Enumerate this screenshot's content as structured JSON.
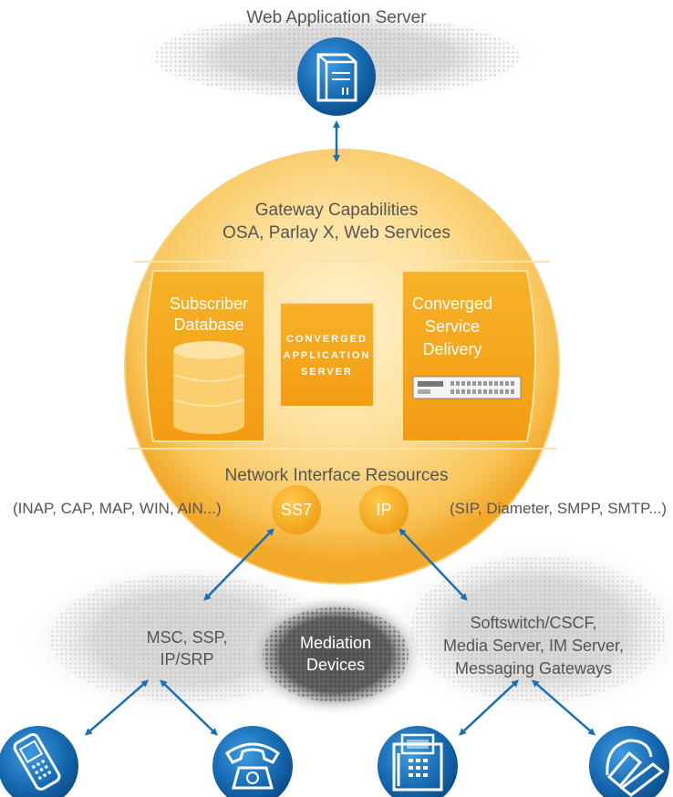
{
  "web_server": {
    "label": "Web Application Server"
  },
  "gateway": {
    "line1": "Gateway Capabilities",
    "line2": "OSA, Parlay X, Web Services"
  },
  "subscriber_db": {
    "line1": "Subscriber",
    "line2": "Database"
  },
  "cas": {
    "line1": "CONVERGED",
    "line2": "APPLICATION",
    "line3": "SERVER"
  },
  "converged_delivery": {
    "line1": "Converged",
    "line2": "Service",
    "line3": "Delivery"
  },
  "network_interface": {
    "label": "Network Interface Resources"
  },
  "ss7": {
    "label": "SS7",
    "protocols": "(INAP, CAP, MAP, WIN, AIN...)"
  },
  "ip": {
    "label": "IP",
    "protocols": "(SIP, Diameter, SMPP, SMTP...)"
  },
  "msc": {
    "line1": "MSC, SSP,",
    "line2": "IP/SRP"
  },
  "mediation": {
    "line1": "Mediation",
    "line2": "Devices"
  },
  "softswitch": {
    "line1": "Softswitch/CSCF,",
    "line2": "Media Server, IM Server,",
    "line3": "Messaging Gateways"
  },
  "icons": [
    "server-icon",
    "database-icon",
    "rack-device-icon",
    "mobile-phone-icon",
    "desk-phone-icon",
    "ip-phone-icon",
    "ip-desk-phone-icon"
  ],
  "colors": {
    "accent_blue": "#1a6fb5",
    "orange": "#f7b52a",
    "gray_cloud": "#c9c9c9",
    "dark_cloud": "#555555"
  }
}
